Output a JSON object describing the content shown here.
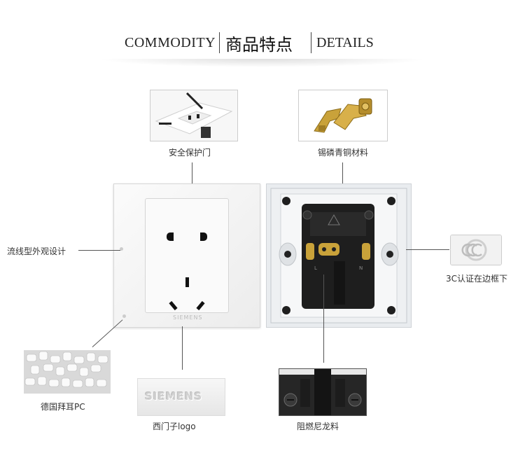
{
  "header": {
    "title_en_left": "COMMODITY",
    "title_cn": "商品特点",
    "title_en_right": "DETAILS"
  },
  "features": {
    "safety_shutter": "安全保护门",
    "tin_phosphor_bronze": "锡磷青铜材料",
    "streamline_design": "流线型外观设计",
    "ccc_cert": "3C认证在边框下",
    "bayer_pc": "德国拜耳PC",
    "siemens_logo": "西门子logo",
    "flame_retardant_nylon": "阻燃尼龙料"
  },
  "brand": {
    "logo_text": "SIEMENS"
  },
  "colors": {
    "text": "#333333",
    "line": "#555555",
    "socket_white": "#f4f4f4",
    "module_black": "#1e1e1e",
    "brass": "#c9a23a"
  }
}
